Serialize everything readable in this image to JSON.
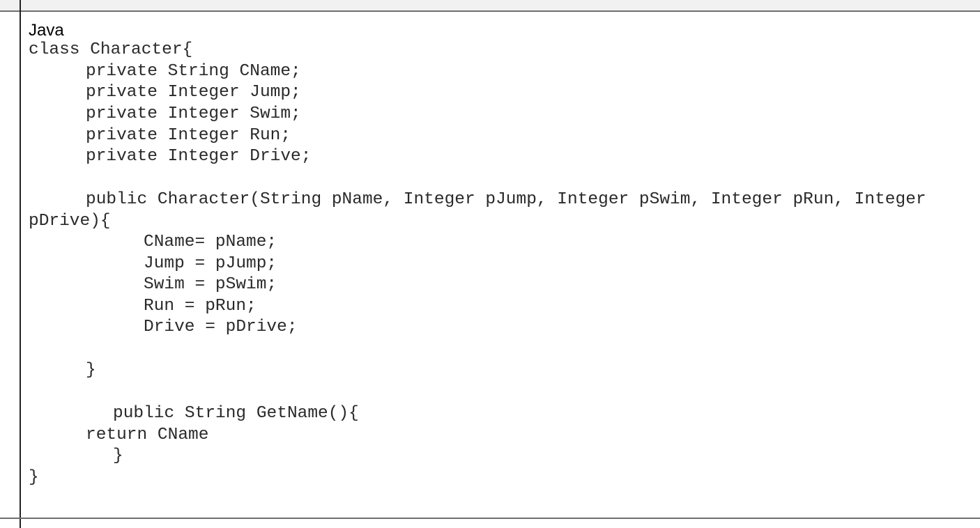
{
  "language_label": "Java",
  "code": {
    "lines": [
      "class Character{",
      "private String CName;",
      "private Integer Jump;",
      "private Integer Swim;",
      "private Integer Run;",
      "private Integer Drive;",
      "public Character(String pName, Integer pJump, Integer pSwim, Integer pRun, Integer",
      "pDrive){",
      "CName= pName;",
      "Jump = pJump;",
      "Swim = pSwim;",
      "Run = pRun;",
      "Drive = pDrive;",
      "}",
      "public String GetName(){",
      "return CName",
      "}",
      "}"
    ]
  }
}
